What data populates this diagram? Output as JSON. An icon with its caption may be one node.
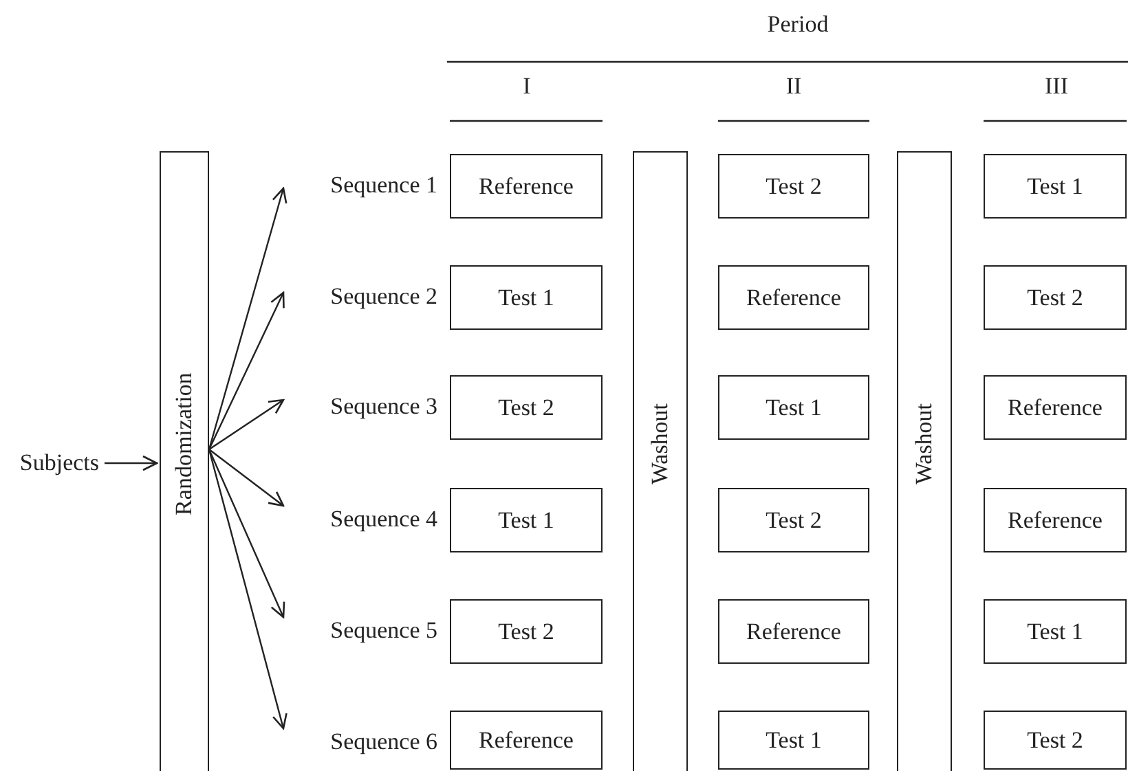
{
  "diagram": {
    "nodes": [
      {
        "text": [
          "Subjects"
        ]
      },
      {
        "text": [
          "Randomization"
        ]
      },
      {
        "text": [
          "Washout"
        ]
      },
      {
        "text": [
          "Washout"
        ]
      },
      {
        "text": [
          "Sequence 1"
        ]
      },
      {
        "text": [
          "Reference"
        ]
      },
      {
        "text": [
          "Test 2"
        ]
      },
      {
        "text": [
          "Test 1"
        ]
      },
      {
        "text": [
          "Sequence 2"
        ]
      },
      {
        "text": [
          "Test 1"
        ]
      },
      {
        "text": [
          "Reference"
        ]
      },
      {
        "text": [
          "Test 2"
        ]
      },
      {
        "text": [
          "Sequence 3"
        ]
      },
      {
        "text": [
          "Test 2"
        ]
      },
      {
        "text": [
          "Test 1"
        ]
      },
      {
        "text": [
          "Reference"
        ]
      },
      {
        "text": [
          "Sequence 4"
        ]
      },
      {
        "text": [
          "Test 1"
        ]
      },
      {
        "text": [
          "Test 2"
        ]
      },
      {
        "text": [
          "Reference"
        ]
      },
      {
        "text": [
          "Sequence 5"
        ]
      },
      {
        "text": [
          "Test 2"
        ]
      },
      {
        "text": [
          "Reference"
        ]
      },
      {
        "text": [
          "Test 1"
        ]
      },
      {
        "text": [
          "Sequence 6"
        ]
      },
      {
        "text": [
          "Reference"
        ]
      },
      {
        "text": [
          "Test 1"
        ]
      },
      {
        "text": [
          "Test 2"
        ]
      }
    ],
    "edges": [
      {
        "from": 0,
        "to": 1,
        "arrow": "to"
      },
      {
        "from": 1,
        "to": 4,
        "arrow": "to"
      },
      {
        "from": 1,
        "to": 8,
        "arrow": "to"
      },
      {
        "from": 1,
        "to": 12,
        "arrow": "to"
      },
      {
        "from": 1,
        "to": 16,
        "arrow": "to"
      },
      {
        "from": 1,
        "to": 20,
        "arrow": "to"
      },
      {
        "from": 1,
        "to": 24,
        "arrow": "to"
      }
    ],
    "labels": [
      "Period",
      "I",
      "II",
      "III"
    ]
  }
}
